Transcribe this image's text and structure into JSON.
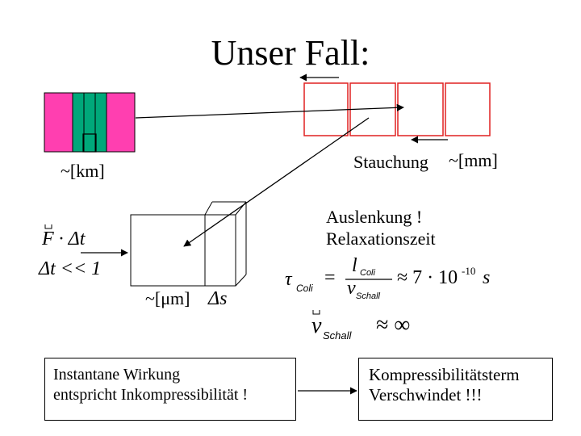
{
  "title": "Unser Fall:",
  "labels": {
    "km": "~[km]",
    "stauchung": "Stauchung",
    "mm": "~[mm]",
    "auslenkung": "Auslenkung !",
    "relaxationszeit": "Relaxationszeit",
    "um": "~[μm]"
  },
  "formulas": {
    "force_times_dt": "F · Δt",
    "dt_small": "Δt << 1",
    "delta_s": "Δs",
    "tau": "τ",
    "tau_sub": "Coli",
    "equals": "=",
    "l": "l",
    "l_sub": "Coli",
    "v": "v",
    "v_sub": "Schall",
    "approx_value": "≈ 7 · 10",
    "exponent": "-10",
    "unit_s": "s",
    "v2": "v",
    "v2_sub": "Schall",
    "approx_inf": "≈ ∞"
  },
  "boxes": {
    "left_line1": "Instantane Wirkung",
    "left_line2": "entspricht Inkompressibilität !",
    "right_line1": "Kompressibilitätsterm",
    "right_line2": "Verschwindet !!!"
  },
  "colors": {
    "magenta": "#ff3fb0",
    "green": "#00a87a",
    "red": "#e02020"
  }
}
